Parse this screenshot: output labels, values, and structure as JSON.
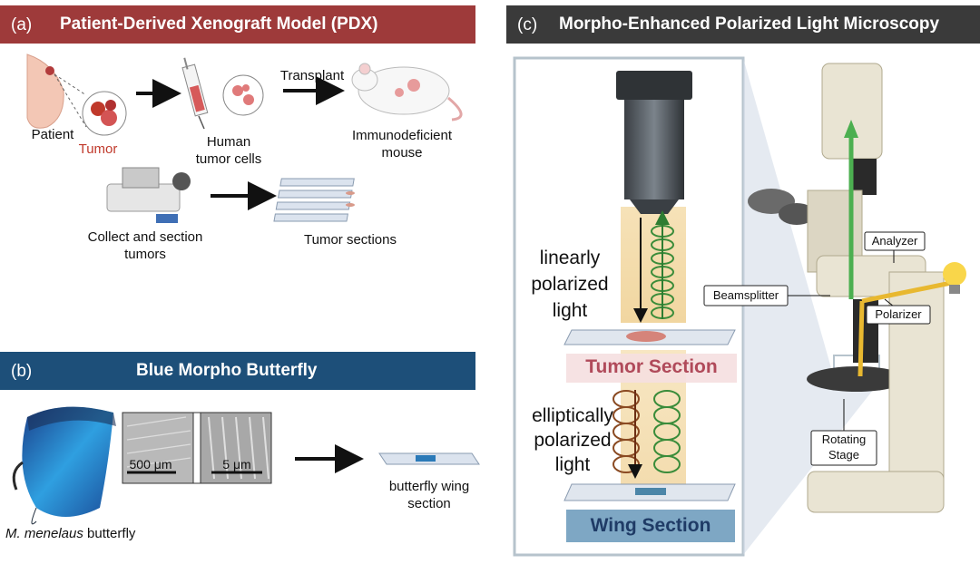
{
  "panel_a": {
    "tag": "(a)",
    "title": "Patient-Derived Xenograft Model (PDX)",
    "patient": "Patient",
    "tumor": "Tumor",
    "human_tumor_cells": "Human tumor cells",
    "transplant": "Transplant",
    "mouse": "Immunodeficient mouse",
    "collect": "Collect and section tumors",
    "tumor_sections": "Tumor sections",
    "color": "#9e3a3a"
  },
  "panel_b": {
    "tag": "(b)",
    "title": "Blue Morpho Butterfly",
    "scale1": "500 μm",
    "scale2": "5 μm",
    "species_italic": "M. menelaus",
    "species_rest": " butterfly",
    "wing_section": "butterfly wing section",
    "color": "#1d4f79"
  },
  "panel_c": {
    "tag": "(c)",
    "title": "Morpho-Enhanced Polarized Light Microscopy",
    "linear": "linearly polarized light",
    "elliptical": "elliptically polarized light",
    "tumor_section": "Tumor Section",
    "wing_section": "Wing Section",
    "analyzer": "Analyzer",
    "beamsplitter": "Beamsplitter",
    "polarizer": "Polarizer",
    "rotating_stage": "Rotating Stage",
    "color": "#3a3a3a"
  }
}
